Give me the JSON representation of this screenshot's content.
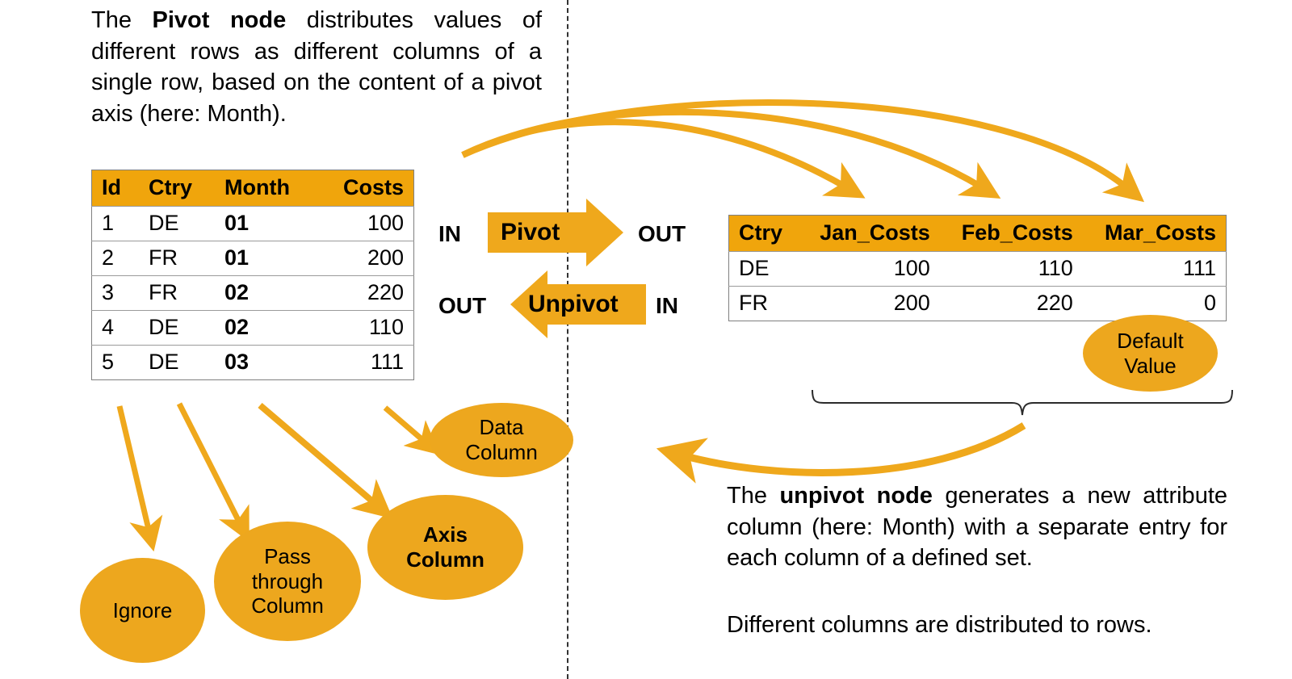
{
  "colors": {
    "accent_orange": "#F0A50C",
    "ellipse_orange": "#EDA71E",
    "arrow_orange": "#EFA81C",
    "text_black": "#000000",
    "table_border": "#808080"
  },
  "left_note": {
    "lines": [
      {
        "before": "The ",
        "bold": "Pivot node",
        "after": " distributes values of"
      },
      {
        "before": "different rows as different columns of",
        "bold": "",
        "after": ""
      },
      {
        "before": "a single row, based on the content of",
        "bold": "",
        "after": ""
      },
      {
        "before": "a pivot axis (here: Month).",
        "bold": "",
        "after": ""
      }
    ],
    "plain_text": "The Pivot node distributes values of different rows as different columns of a single row, based on the content of a pivot axis (here: Month)."
  },
  "right_note": {
    "paragraph1": {
      "before": "The ",
      "bold": "unpivot node",
      "after": " generates a new attribute column (here: Month) with a separate entry for each column of a defined set."
    },
    "paragraph2": "Different columns are distributed to rows."
  },
  "input_table": {
    "name": "input-table",
    "headers": [
      "Id",
      "Ctry",
      "Month",
      "Costs"
    ],
    "rows": [
      {
        "id": "1",
        "ctry": "DE",
        "month": "01",
        "costs": "100"
      },
      {
        "id": "2",
        "ctry": "FR",
        "month": "01",
        "costs": "200"
      },
      {
        "id": "3",
        "ctry": "FR",
        "month": "02",
        "costs": "220"
      },
      {
        "id": "4",
        "ctry": "DE",
        "month": "02",
        "costs": "110"
      },
      {
        "id": "5",
        "ctry": "DE",
        "month": "03",
        "costs": "111"
      }
    ]
  },
  "output_table": {
    "name": "output-table",
    "headers": [
      "Ctry",
      "Jan_Costs",
      "Feb_Costs",
      "Mar_Costs"
    ],
    "rows": [
      {
        "ctry": "DE",
        "jan": "100",
        "feb": "110",
        "mar": "111"
      },
      {
        "ctry": "FR",
        "jan": "200",
        "feb": "220",
        "mar": "0"
      }
    ]
  },
  "flow": {
    "pivot_label": "Pivot",
    "unpivot_label": "Unpivot",
    "pivot_in": "IN",
    "pivot_out": "OUT",
    "unpivot_out": "OUT",
    "unpivot_in": "IN"
  },
  "callouts": {
    "default_value": "Default\nValue",
    "default_value_line1": "Default",
    "default_value_line2": "Value",
    "data_column_line1": "Data",
    "data_column_line2": "Column",
    "axis_column_line1": "Axis",
    "axis_column_line2": "Column",
    "pass_through_line1": "Pass",
    "pass_through_line2": "through",
    "pass_through_line3": "Column",
    "ignore": "Ignore"
  }
}
